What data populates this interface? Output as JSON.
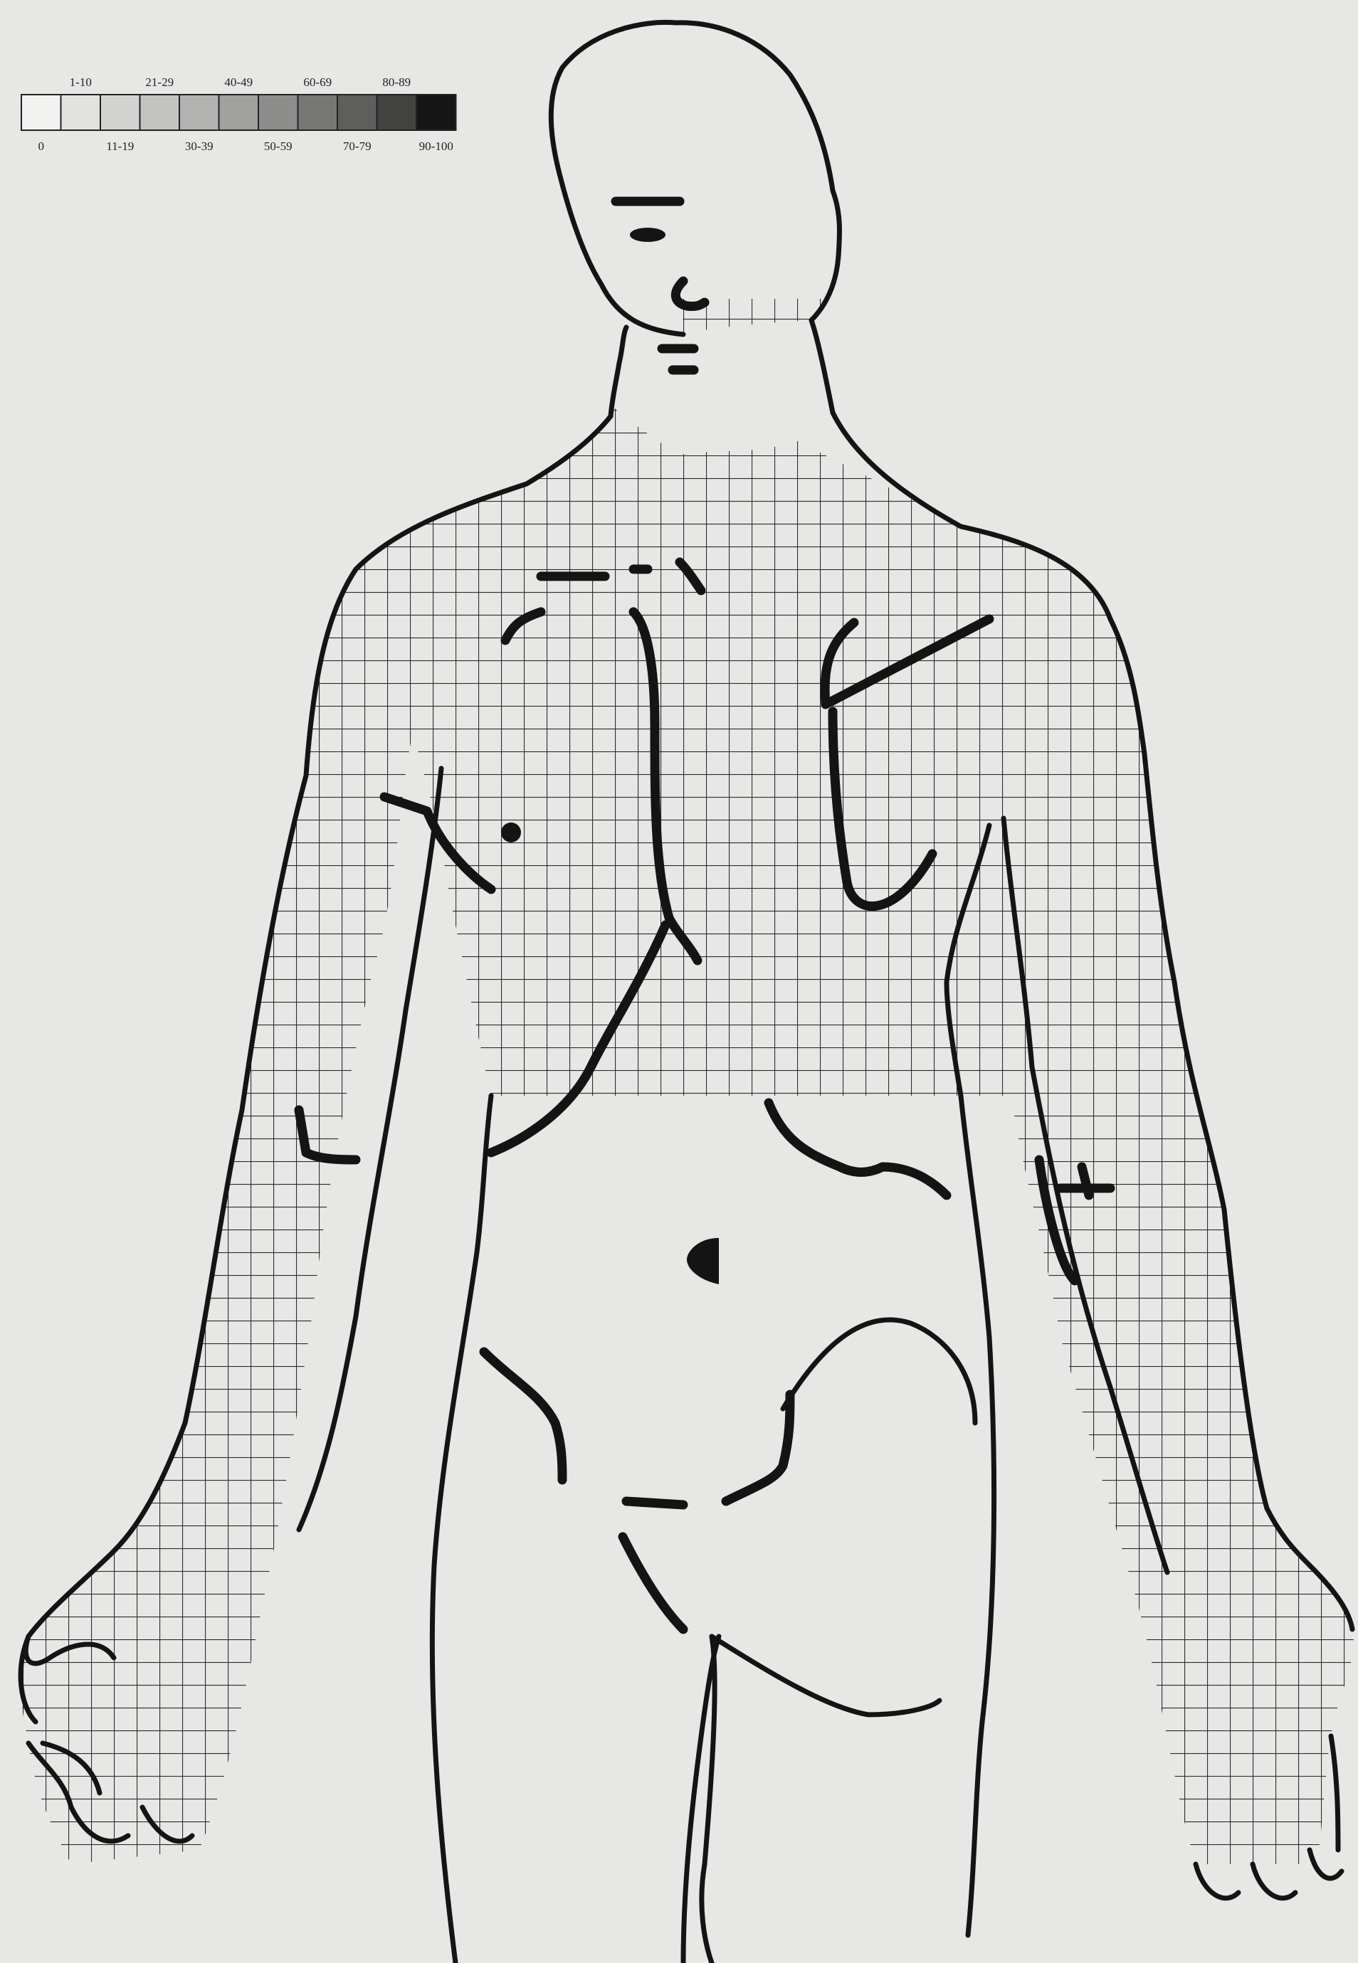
{
  "legend": {
    "swatches": [
      {
        "range": "0",
        "shade": "#f2f2f1"
      },
      {
        "range": "1-10",
        "shade": "#e2e2e1"
      },
      {
        "range": "11-19",
        "shade": "#d3d3d2"
      },
      {
        "range": "21-29",
        "shade": "#c3c3c2"
      },
      {
        "range": "30-39",
        "shade": "#b2b2b1"
      },
      {
        "range": "40-49",
        "shade": "#a1a1a0"
      },
      {
        "range": "50-59",
        "shade": "#8d8d8c"
      },
      {
        "range": "60-69",
        "shade": "#777776"
      },
      {
        "range": "70-79",
        "shade": "#5e5e5d"
      },
      {
        "range": "80-89",
        "shade": "#434342"
      },
      {
        "range": "90-100",
        "shade": "#161616"
      }
    ],
    "top_labels": [
      "1-10",
      "21-29",
      "40-49",
      "60-69",
      "80-89"
    ],
    "bottom_labels": [
      "0",
      "11-19",
      "30-39",
      "50-59",
      "70-79",
      "90-100"
    ]
  },
  "figure": {
    "subject": "body-chart",
    "outline_color": "#141414",
    "grid_color": "#2c2c2c",
    "background": "#e7e7e6"
  }
}
